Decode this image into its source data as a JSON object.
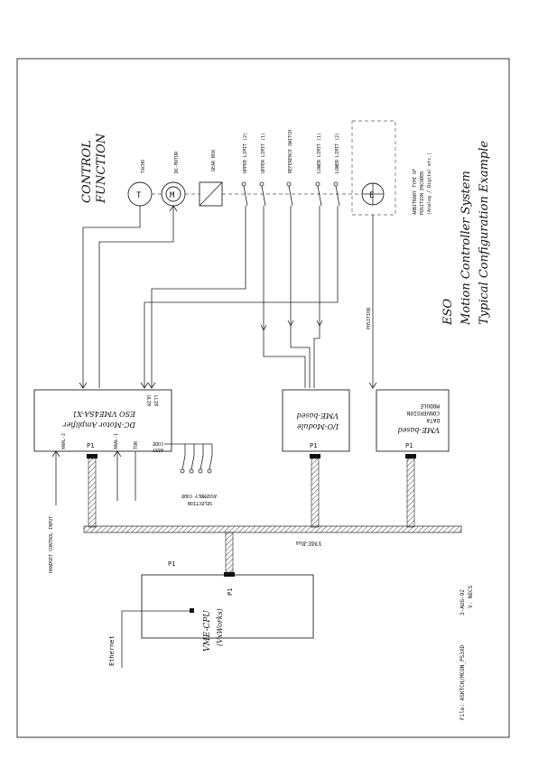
{
  "title": {
    "line1": "ESO",
    "line2": "Motion Controller System",
    "line3": "Typical Configuration Example"
  },
  "control_function": {
    "line1": "CONTROL",
    "line2": "FUNCTION"
  },
  "components": {
    "tacho": "TACHO",
    "tacho_symbol": "T",
    "dc_motor": "DC-MOTOR",
    "motor_symbol": "M",
    "gear_box": "GEAR BOX",
    "upper_limit_2": "UPPER LIMIT (2)",
    "upper_limit_1": "UPPER LIMIT (1)",
    "reference_switch": "REFERENCE SWITCH",
    "lower_limit_1": "LOWER LIMIT (1)",
    "lower_limit_2": "LOWER LIMIT (2)",
    "encoder_symbol": "E",
    "encoder_line1": "ARBITRARY TYPE OF",
    "encoder_line2": "POSITION ENCODER",
    "encoder_line3": "(Analog / Digital etc.)",
    "position_label": "POSITION"
  },
  "amplifier": {
    "line1": "ESO VME4SA-X1",
    "line2": "DC-Motor Amplifier",
    "ulim": "ULIM",
    "llim": "LLIM",
    "code": "CODE",
    "assy": "ASSY",
    "anal2": "ANAL-2",
    "anal1": "ANAL-1",
    "tor": "TOR",
    "p1": "P1"
  },
  "io_module": {
    "line1": "VME-based",
    "line2": "I/O-Module",
    "p1": "P1"
  },
  "data_module": {
    "line1": "VME-based",
    "line2": "DATA",
    "line3": "CONVERSION",
    "line4": "MODULE",
    "p1": "P1"
  },
  "assembly_code": {
    "line1": "ASSEMBLY CODE",
    "line2": "SELECTION"
  },
  "handset": "HANDSET CONTROL INPUT",
  "vme_bus": "VME-Bus",
  "cpu": {
    "line1": "VME-CPU",
    "line2": "(VxWorks)",
    "p1": "P1",
    "p1_outer": "P1"
  },
  "ethernet": "Ethernet",
  "footer": {
    "file": "File: ASKTCH/MCON_PS3XD",
    "date": "3-AUG-92",
    "author": "V. NECS"
  },
  "colors": {
    "line": "#222222",
    "bus_fill": "#bbbbbb",
    "paper": "#ffffff"
  }
}
